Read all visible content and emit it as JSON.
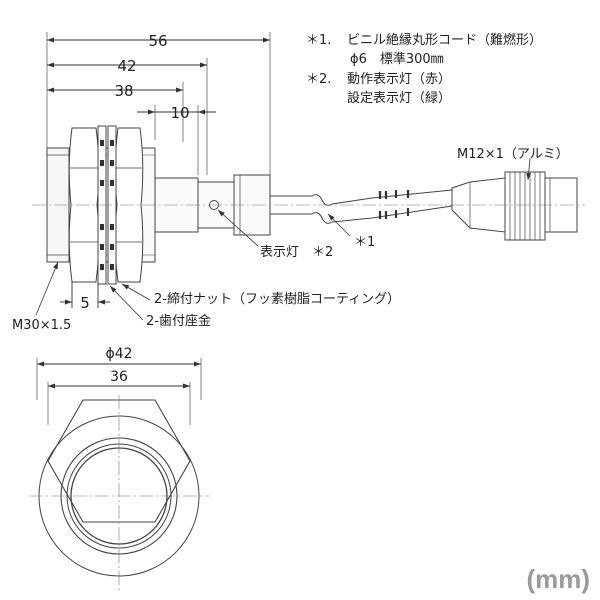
{
  "dimensions": {
    "overall": "56",
    "body": "42",
    "thread": "38",
    "cable_clearance": "10",
    "nut_thickness": "5",
    "diameter_across": "ϕ42",
    "diameter_inner": "36"
  },
  "notes": {
    "n1_marker": "＊1.",
    "n1_line1": "ビニル絶縁丸形コード（難燃形）",
    "n1_line2": "ϕ6　標準300㎜",
    "n2_marker": "＊2.",
    "n2_line1": "動作表示灯（赤）",
    "n2_line2": "設定表示灯（緑）"
  },
  "labels": {
    "connector": "M12×1（アルミ）",
    "indicator": "表示灯",
    "indicator_ref": "＊2",
    "cable_ref": "＊1",
    "nut": "2-締付ナット（フッ素樹脂コーティング）",
    "washer": "2-歯付座金",
    "thread_size": "M30×1.5"
  },
  "unit": "(mm)"
}
